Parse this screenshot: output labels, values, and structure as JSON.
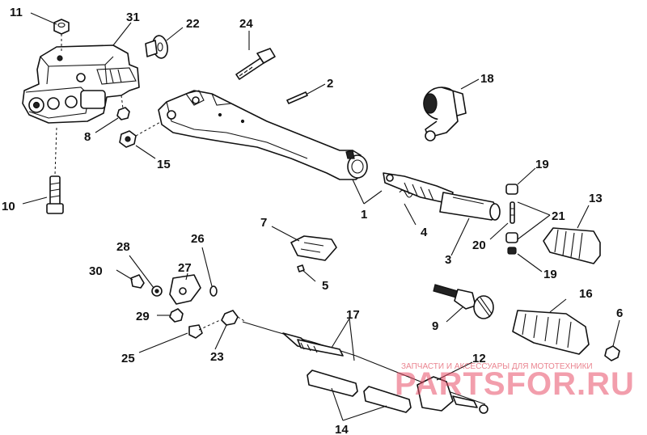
{
  "labels": {
    "l1": "1",
    "l2": "2",
    "l3": "3",
    "l4": "4",
    "l5": "5",
    "l6": "6",
    "l7": "7",
    "l8": "8",
    "l9": "9",
    "l10": "10",
    "l11": "11",
    "l12": "12",
    "l13": "13",
    "l14": "14",
    "l15": "15",
    "l16": "16",
    "l17": "17",
    "l18": "18",
    "l19a": "19",
    "l19b": "19",
    "l20": "20",
    "l21": "21",
    "l22": "22",
    "l23": "23",
    "l24": "24",
    "l25": "25",
    "l26": "26",
    "l27": "27",
    "l28": "28",
    "l29": "29",
    "l30": "30",
    "l31": "31"
  },
  "watermark": {
    "caption": "ЗАПЧАСТИ И АКСЕССУАРЫ ДЛЯ МОТОТЕХНИКИ",
    "brand": "PARTSFOR.RU"
  },
  "colors": {
    "ink": "#111111",
    "watermark": "#e8506a",
    "background": "#ffffff"
  }
}
